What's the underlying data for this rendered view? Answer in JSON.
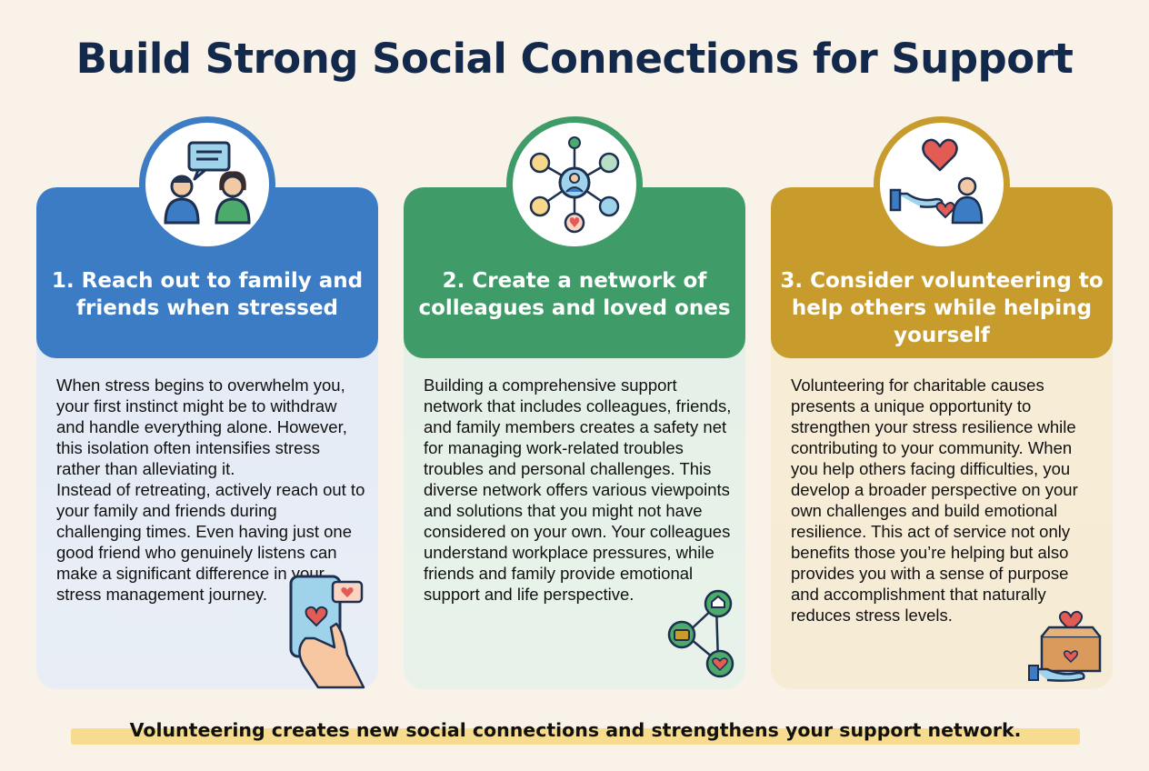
{
  "title": "Build Strong Social Connections for Support",
  "colors": {
    "background": "#f9f2e8",
    "blue": "#3b7cc4",
    "green": "#3f9b67",
    "gold": "#c79b2c"
  },
  "cards": [
    {
      "heading": "1. Reach out to family and friends when stressed",
      "icon": "family-chat-icon",
      "paragraphs": [
        "When stress begins to overwhelm you, your first instinct might be to withdraw and handle everything alone. However, this isolation often intensifies stress rather than alleviating it.",
        "Instead of retreating, actively reach out to your family and friends during challenging times. Even having just one good friend who genuinely listens can make a significant difference in your stress management journey."
      ]
    },
    {
      "heading": "2. Create a network of colleagues and loved ones",
      "icon": "network-icon",
      "paragraphs": [
        "Building a comprehensive support network that includes colleagues, friends, and family members creates a safety net for managing work-related troubles troubles and personal challenges. This diverse network offers various viewpoints and solutions that you might not have considered on your own. Your colleagues understand workplace pressures, while friends and family provide emotional support and life perspective."
      ]
    },
    {
      "heading": "3. Consider volunteering to help others while helping yourself",
      "icon": "helping-hand-icon",
      "paragraphs": [
        "Volunteering for charitable causes presents a unique opportunity to strengthen your stress resilience while contributing to your community. When you help others facing difficulties, you develop a broader perspective on your own challenges and build emotional resilience. This act of service not only benefits those you’re helping but also provides you with a sense of purpose and accomplishment that naturally reduces stress levels."
      ]
    }
  ],
  "footer": "Volunteering creates new social connections and strengthens your support network."
}
